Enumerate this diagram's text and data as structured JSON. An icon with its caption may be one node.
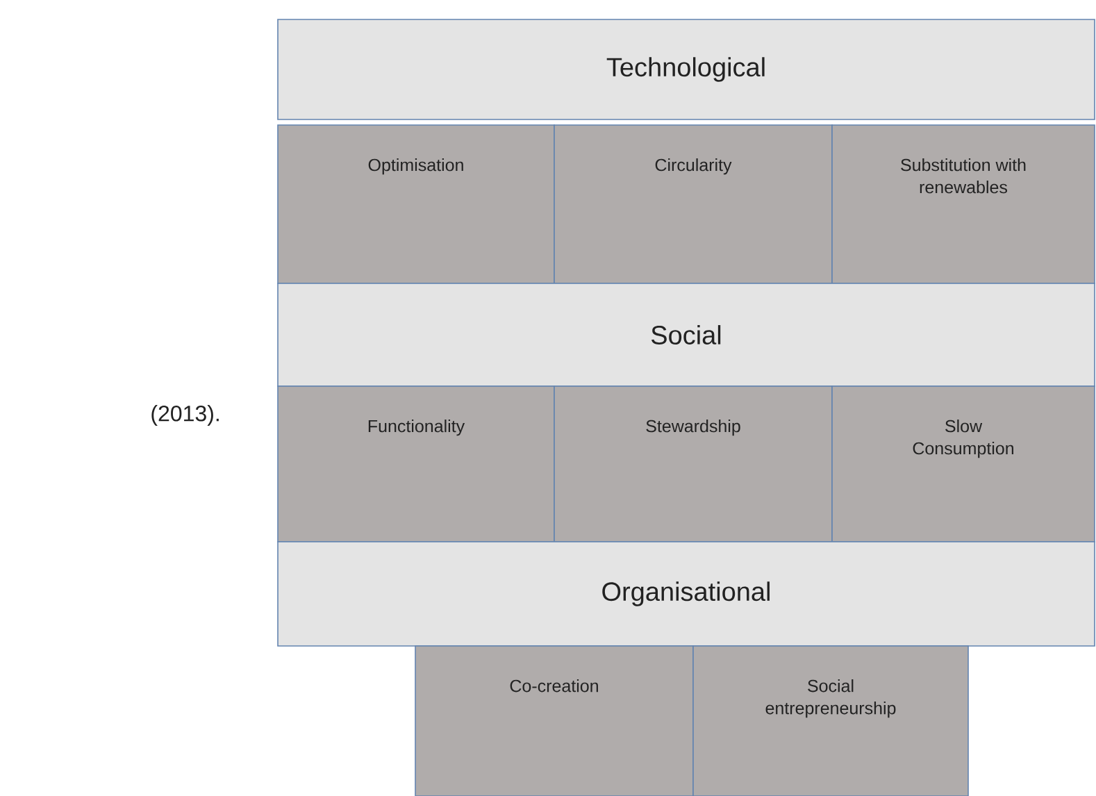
{
  "diagram": {
    "nodes": [
      {
        "text": [
          "Technological"
        ]
      },
      {
        "text": [
          "Optimisation"
        ]
      },
      {
        "text": [
          "Circularity"
        ]
      },
      {
        "text": [
          "Substitution with renewables"
        ]
      },
      {
        "text": [
          "Social"
        ]
      },
      {
        "text": [
          "Functionality"
        ]
      },
      {
        "text": [
          "Stewardship"
        ]
      },
      {
        "text": [
          "Slow Consumption"
        ]
      },
      {
        "text": [
          "Organisational"
        ]
      },
      {
        "text": [
          "Co-creation"
        ]
      },
      {
        "text": [
          "Social entrepreneurship"
        ]
      }
    ],
    "labels": [
      "(2013)."
    ]
  }
}
